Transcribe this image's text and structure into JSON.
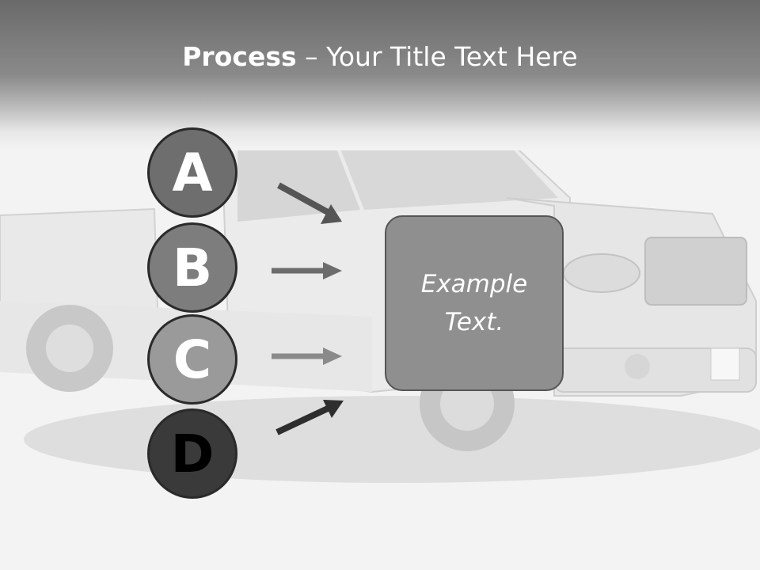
{
  "title": {
    "bold": "Process",
    "rest": " – Your Title Text Here"
  },
  "steps": [
    {
      "letter": "A",
      "fill": "#6e6e6e",
      "text_color": "#ffffff"
    },
    {
      "letter": "B",
      "fill": "#7d7d7d",
      "text_color": "#ffffff"
    },
    {
      "letter": "C",
      "fill": "#9a9a9a",
      "text_color": "#ffffff"
    },
    {
      "letter": "D",
      "fill": "#3a3a3a",
      "text_color": "#000000"
    }
  ],
  "box": {
    "text": "Example Text."
  },
  "colors": {
    "header": "#6a6a6a",
    "box": "#8f8f8f",
    "arrow": "#555555"
  }
}
